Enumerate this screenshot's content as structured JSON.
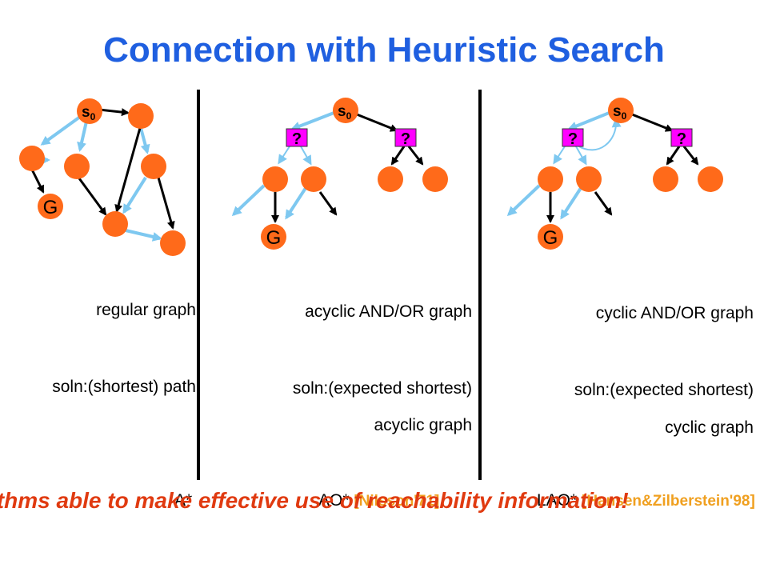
{
  "title": "Connection with Heuristic Search",
  "nodes": {
    "start": "s",
    "start_sub": "0",
    "goal": "G",
    "unknown": "?"
  },
  "columns": [
    {
      "graph_type": "regular graph",
      "solution": "soln:(shortest) path",
      "solution2": "",
      "algorithm": "A*",
      "citation": ""
    },
    {
      "graph_type": "acyclic AND/OR graph",
      "solution": "soln:(expected shortest)",
      "solution2": "acyclic graph",
      "algorithm": "AO*",
      "citation": "[Nilsson'71]"
    },
    {
      "graph_type": "cyclic AND/OR graph",
      "solution": "soln:(expected shortest)",
      "solution2": "cyclic graph",
      "algorithm": "LAO*",
      "citation": "[Hansen&Zilberstein'98]"
    }
  ],
  "overlay_text": "orithms able to make effective use of reachability information!",
  "colors": {
    "title": "#1f5fe0",
    "node": "#ff6a1a",
    "unknown_box": "#ff00ff",
    "blue_edge": "#7ec8f0",
    "overlay": "#e03a10",
    "citation": "#f0a020"
  }
}
